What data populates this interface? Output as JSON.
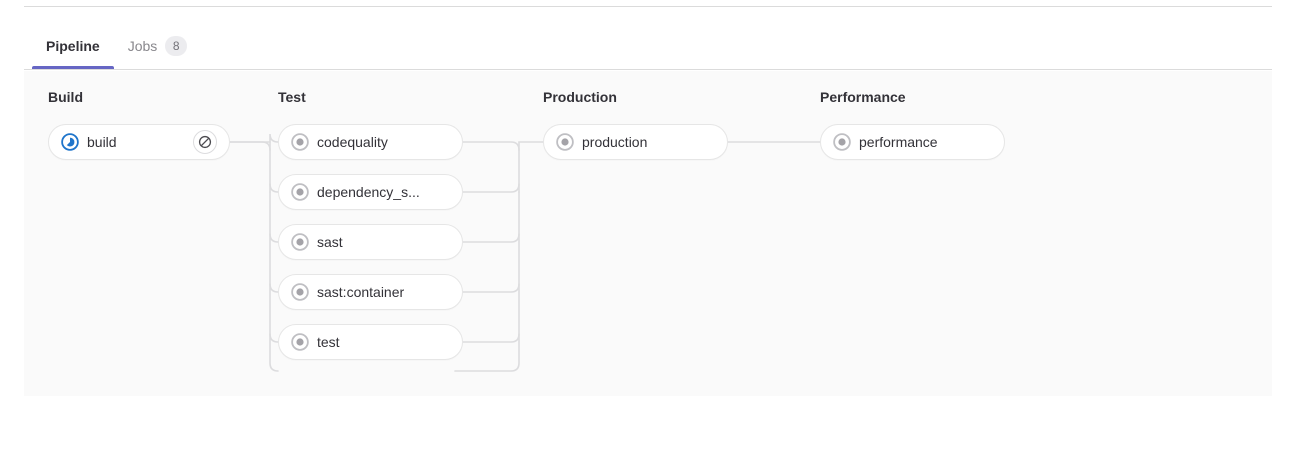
{
  "tabs": [
    {
      "label": "Pipeline",
      "badge": null,
      "active": true,
      "name": "tab-pipeline"
    },
    {
      "label": "Jobs",
      "badge": "8",
      "active": false,
      "name": "tab-jobs"
    }
  ],
  "colors": {
    "active_tab_underline": "#6666c4",
    "running_status": "#1f75cb",
    "created_status": "#a4a3a8",
    "panel_background": "#fafafa",
    "node_border": "#e6e6e6",
    "connector": "#dcdcde",
    "text_primary": "#333238",
    "text_muted": "#89888d"
  },
  "pipeline": {
    "stages": [
      {
        "name": "Build",
        "jobs": [
          {
            "name": "build",
            "status": "running",
            "status_icon": "status-running-icon",
            "action": "cancel",
            "action_icon": "cancel-icon",
            "truncated": false
          }
        ]
      },
      {
        "name": "Test",
        "jobs": [
          {
            "name": "codequality",
            "status": "created",
            "status_icon": "status-created-icon",
            "action": null,
            "action_icon": null,
            "truncated": false
          },
          {
            "name": "dependency_s...",
            "status": "created",
            "status_icon": "status-created-icon",
            "action": null,
            "action_icon": null,
            "truncated": true
          },
          {
            "name": "sast",
            "status": "created",
            "status_icon": "status-created-icon",
            "action": null,
            "action_icon": null,
            "truncated": false
          },
          {
            "name": "sast:container",
            "status": "created",
            "status_icon": "status-created-icon",
            "action": null,
            "action_icon": null,
            "truncated": false
          },
          {
            "name": "test",
            "status": "created",
            "status_icon": "status-created-icon",
            "action": null,
            "action_icon": null,
            "truncated": false
          }
        ]
      },
      {
        "name": "Production",
        "jobs": [
          {
            "name": "production",
            "status": "created",
            "status_icon": "status-created-icon",
            "action": null,
            "action_icon": null,
            "truncated": false
          }
        ]
      },
      {
        "name": "Performance",
        "jobs": [
          {
            "name": "performance",
            "status": "created",
            "status_icon": "status-created-icon",
            "action": null,
            "action_icon": null,
            "truncated": false
          }
        ]
      }
    ]
  }
}
